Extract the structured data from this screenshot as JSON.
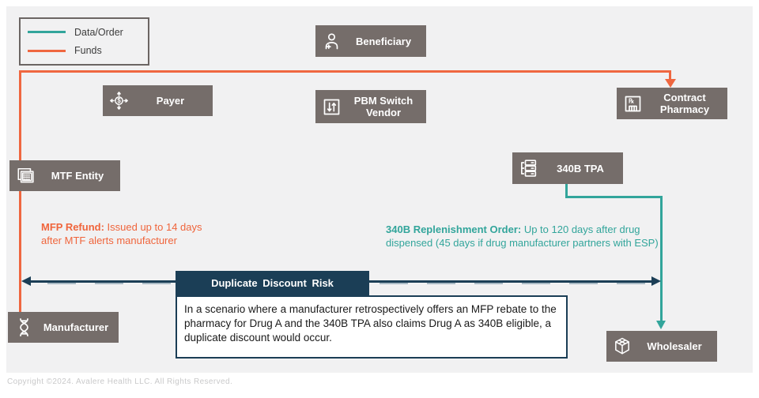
{
  "page": {
    "copyright": "Copyright ©2024. Avalere Health LLC. All Rights Reserved."
  },
  "colors": {
    "data_order_teal": "#32a59b",
    "funds_orange": "#ef6740",
    "entity_gray": "#756d6a",
    "risk_navy": "#1b3e56",
    "panel_bg": "#f1f1f2"
  },
  "legend": {
    "items": [
      {
        "label": "Data/Order",
        "color": "#32a59b"
      },
      {
        "label": "Funds",
        "color": "#ef6740"
      }
    ]
  },
  "entities": [
    {
      "id": "beneficiary",
      "label": "Beneficiary",
      "icon": "person-plus-icon"
    },
    {
      "id": "payer",
      "label": "Payer",
      "icon": "money-distribution-icon"
    },
    {
      "id": "pbm-switch-vendor",
      "label": "PBM Switch Vendor",
      "icon": "switch-arrows-icon"
    },
    {
      "id": "contract-pharmacy",
      "label": "Contract Pharmacy",
      "icon": "pharmacy-building-icon"
    },
    {
      "id": "mtf-entity",
      "label": "MTF Entity",
      "icon": "data-card-icon"
    },
    {
      "id": "340b-tpa",
      "label": "340B TPA",
      "icon": "server-stack-icon"
    },
    {
      "id": "manufacturer",
      "label": "Manufacturer",
      "icon": "dna-icon"
    },
    {
      "id": "wholesaler",
      "label": "Wholesaler",
      "icon": "cube-icon"
    }
  ],
  "annotations": {
    "mfp_refund": {
      "lead": "MFP Refund:",
      "body": " Issued up to 14 days after MTF alerts manufacturer"
    },
    "replenishment": {
      "lead": "340B Replenishment Order:",
      "body": " Up to 120 days after drug dispensed (45 days if drug manufacturer partners with ESP)"
    }
  },
  "risk": {
    "title": "Duplicate Discount Risk",
    "body": "In a scenario where a manufacturer retrospectively offers an MFP rebate to the pharmacy for Drug A and the 340B TPA also claims Drug A as 340B eligible, a duplicate discount would occur."
  }
}
